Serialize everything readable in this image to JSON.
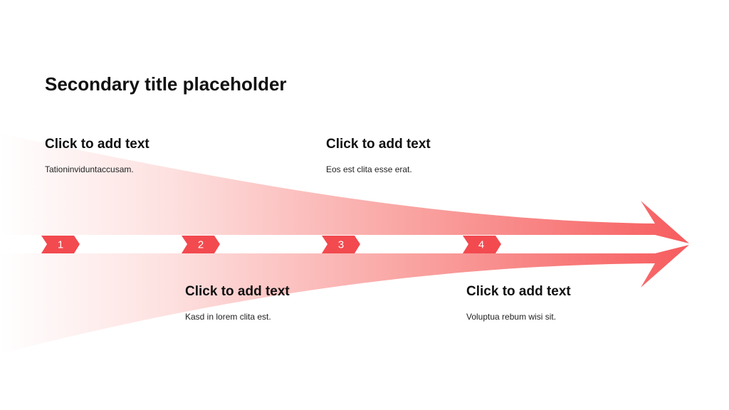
{
  "title": "Secondary title placeholder",
  "steps": [
    {
      "number": "1",
      "heading": "Click to add text",
      "body": "Tationinviduntaccusam."
    },
    {
      "number": "2",
      "heading": "Click to add text",
      "body": "Kasd in lorem clita est."
    },
    {
      "number": "3",
      "heading": "Click to add text",
      "body": "Eos est clita esse erat."
    },
    {
      "number": "4",
      "heading": "Click to add text",
      "body": "Voluptua rebum wisi sit."
    }
  ],
  "colors": {
    "accent": "#f24a4f",
    "arrow_light": "#ffffff",
    "arrow_dark": "#f75c5e"
  }
}
